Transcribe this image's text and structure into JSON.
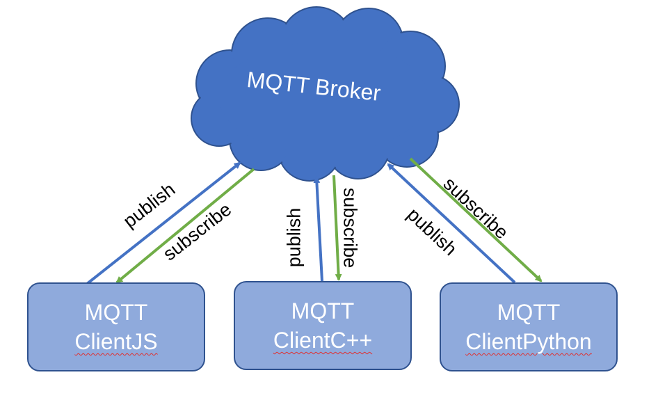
{
  "broker": {
    "label": "MQTT Broker"
  },
  "clients": [
    {
      "line1": "MQTT",
      "line2": "ClientJS"
    },
    {
      "line1": "MQTT",
      "line2": "ClientC++"
    },
    {
      "line1": "MQTT",
      "line2": "ClientPython"
    }
  ],
  "edges": {
    "publish": "publish",
    "subscribe": "subscribe"
  },
  "colors": {
    "cloud_fill": "#4472c4",
    "cloud_stroke": "#2f528f",
    "box_fill": "#8faadc",
    "publish_arrow": "#4472c4",
    "subscribe_arrow": "#70ad47"
  }
}
